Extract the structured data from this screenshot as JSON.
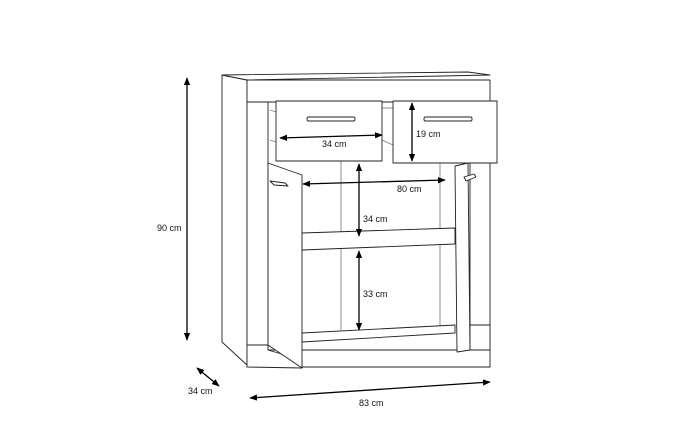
{
  "dimensions": {
    "height": "90 cm",
    "depth": "34 cm",
    "width": "83 cm",
    "inner_width": "80 cm",
    "drawer_width": "34 cm",
    "drawer_height": "19 cm",
    "upper_compartment_height": "34 cm",
    "lower_compartment_height": "33 cm"
  }
}
